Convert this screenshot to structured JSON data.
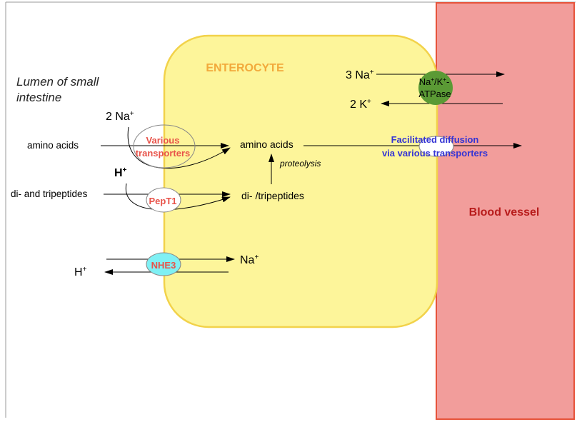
{
  "labels": {
    "cell": "ENTEROCYTE",
    "lumen_line1": "Lumen of small",
    "lumen_line2": "intestine",
    "blood_vessel": "Blood vessel",
    "na2": "2 Na",
    "amino_acids_lumen": "amino acids",
    "various_line1": "Various",
    "various_line2": "transporters",
    "amino_acids_cell": "amino acids",
    "proteolysis": "proteolysis",
    "h_plus_pept": "H",
    "peptides_lumen": "di- and tripeptides",
    "pept1": "PepT1",
    "peptides_cell": "di- /tripeptides",
    "nhe3": "NHE3",
    "na_nhe3": "Na",
    "h_nhe3": "H",
    "na3": "3 Na",
    "k2": "2 K",
    "atpase_line1": "Na",
    "atpase_sep1": "/K",
    "atpase_end1": "-",
    "atpase_line2": "ATPase",
    "facilitated_line1": "Facilitated diffusion",
    "facilitated_line2": "via various transporters",
    "plus": "+"
  },
  "colors": {
    "cell_fill": "#fdf59a",
    "cell_stroke": "#f2d24a",
    "vessel_fill": "#f29d9b",
    "vessel_stroke": "#e6533a",
    "blood_vessel_text": "#b81c1c",
    "cell_title": "#f2a93b",
    "transporter_text": "#e8534a",
    "facilitated_text": "#3434d4",
    "atpase_fill": "#5b9a35",
    "nhe3_fill": "#7ff0f4"
  }
}
